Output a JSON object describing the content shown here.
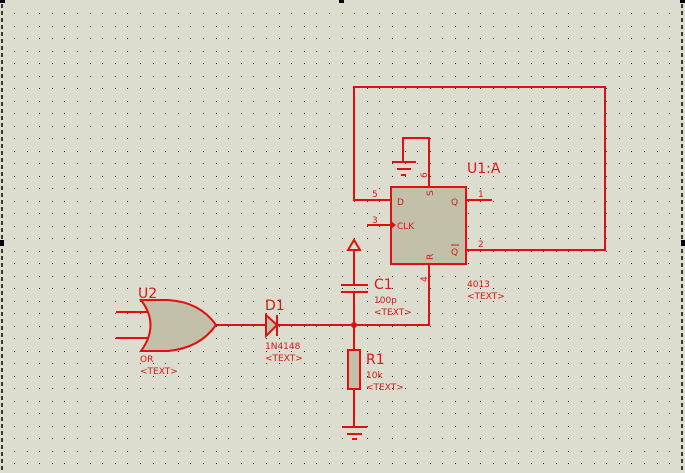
{
  "schematic": {
    "colors": {
      "background": "#dcdccf",
      "wire": "#e01010",
      "body_fill": "#c2c0a8",
      "grid_dot": "#000000",
      "label": "#d81818"
    },
    "components": {
      "U1": {
        "ref": "U1:A",
        "value": "4013",
        "text": "<TEXT>",
        "pins": {
          "D": "D",
          "S": "S",
          "Q": "Q",
          "CLK": "CLK",
          "R": "R",
          "QB": "Q"
        },
        "pin_numbers": {
          "D": "5",
          "S": "6",
          "Q": "1",
          "CLK": "3",
          "R": "4",
          "QB": "2"
        }
      },
      "U2": {
        "ref": "U2",
        "value": "OR",
        "text": "<TEXT>"
      },
      "D1": {
        "ref": "D1",
        "value": "1N4148",
        "text": "<TEXT>"
      },
      "C1": {
        "ref": "C1",
        "value": "100p",
        "text": "<TEXT>"
      },
      "R1": {
        "ref": "R1",
        "value": "10k",
        "text": "<TEXT>"
      }
    }
  }
}
